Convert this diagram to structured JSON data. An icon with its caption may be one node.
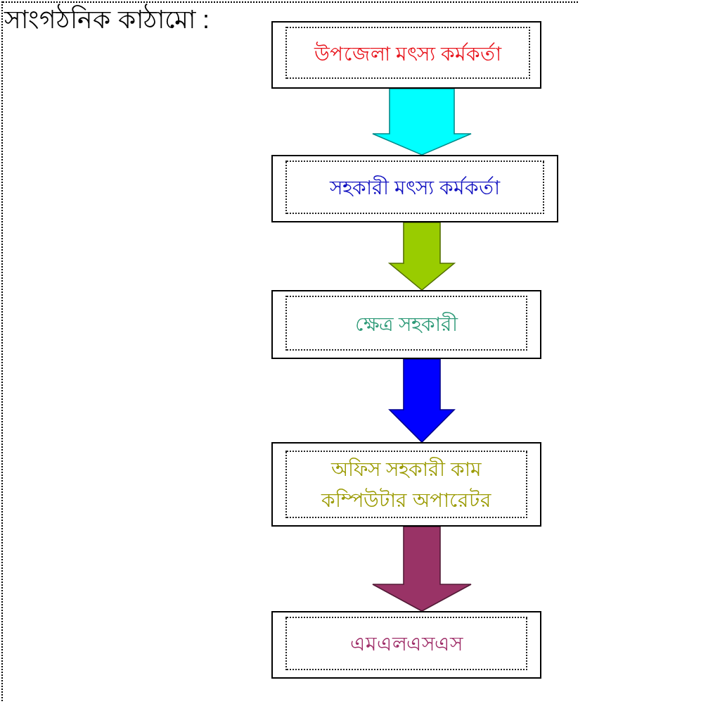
{
  "diagram": {
    "title": "সাংগঠনিক কাঠামো :",
    "nodes": [
      {
        "text": [
          "উপজেলা মৎস্য কর্মকর্তা"
        ]
      },
      {
        "text": [
          "সহকারী মৎস্য কর্মকর্তা"
        ]
      },
      {
        "text": [
          "ক্ষেত্র সহকারী"
        ]
      },
      {
        "text": [
          "অফিস সহকারী কাম কম্পিউটার অপারেটর"
        ]
      },
      {
        "text": [
          "এমএলএসএস"
        ]
      }
    ],
    "edges": [
      {
        "from": 0,
        "to": 1,
        "arrow": "to",
        "color": "#00ffff"
      },
      {
        "from": 1,
        "to": 2,
        "arrow": "to",
        "color": "#99cc00"
      },
      {
        "from": 2,
        "to": 3,
        "arrow": "to",
        "color": "#0000ff"
      },
      {
        "from": 3,
        "to": 4,
        "arrow": "to",
        "color": "#993366"
      }
    ]
  }
}
